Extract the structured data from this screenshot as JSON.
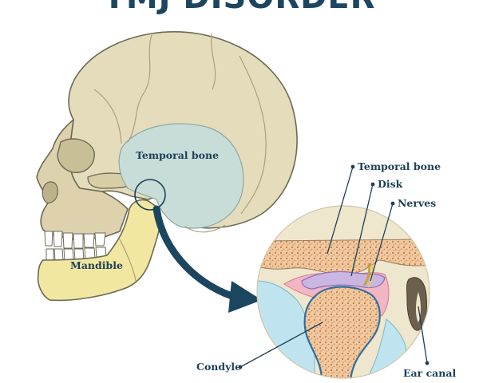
{
  "title": "TMJ DISORDER",
  "labels": {
    "temporal_bone_skull": "Temporal bone",
    "mandible": "Mandible",
    "temporal_bone_detail": "Temporal bone",
    "disk": "Disk",
    "nerves": "Nerves",
    "condyle": "Condyle",
    "ear_canal": "Ear canal"
  },
  "colors": {
    "title": "#1c4660",
    "label": "#1c3f57",
    "skull": "#e5dcbb",
    "temporal_region": "#c8dcd8",
    "mandible": "#f1e7a0",
    "arrow": "#1c4660",
    "detail_background": "#eee6cd",
    "soft_tissue_blue": "#bfe4ef",
    "disk": "#c9b6e2",
    "cartilage_pink": "#f2b5c3",
    "bone_marrow": "#e8b98c",
    "bone_dots": "#c97a3f"
  }
}
